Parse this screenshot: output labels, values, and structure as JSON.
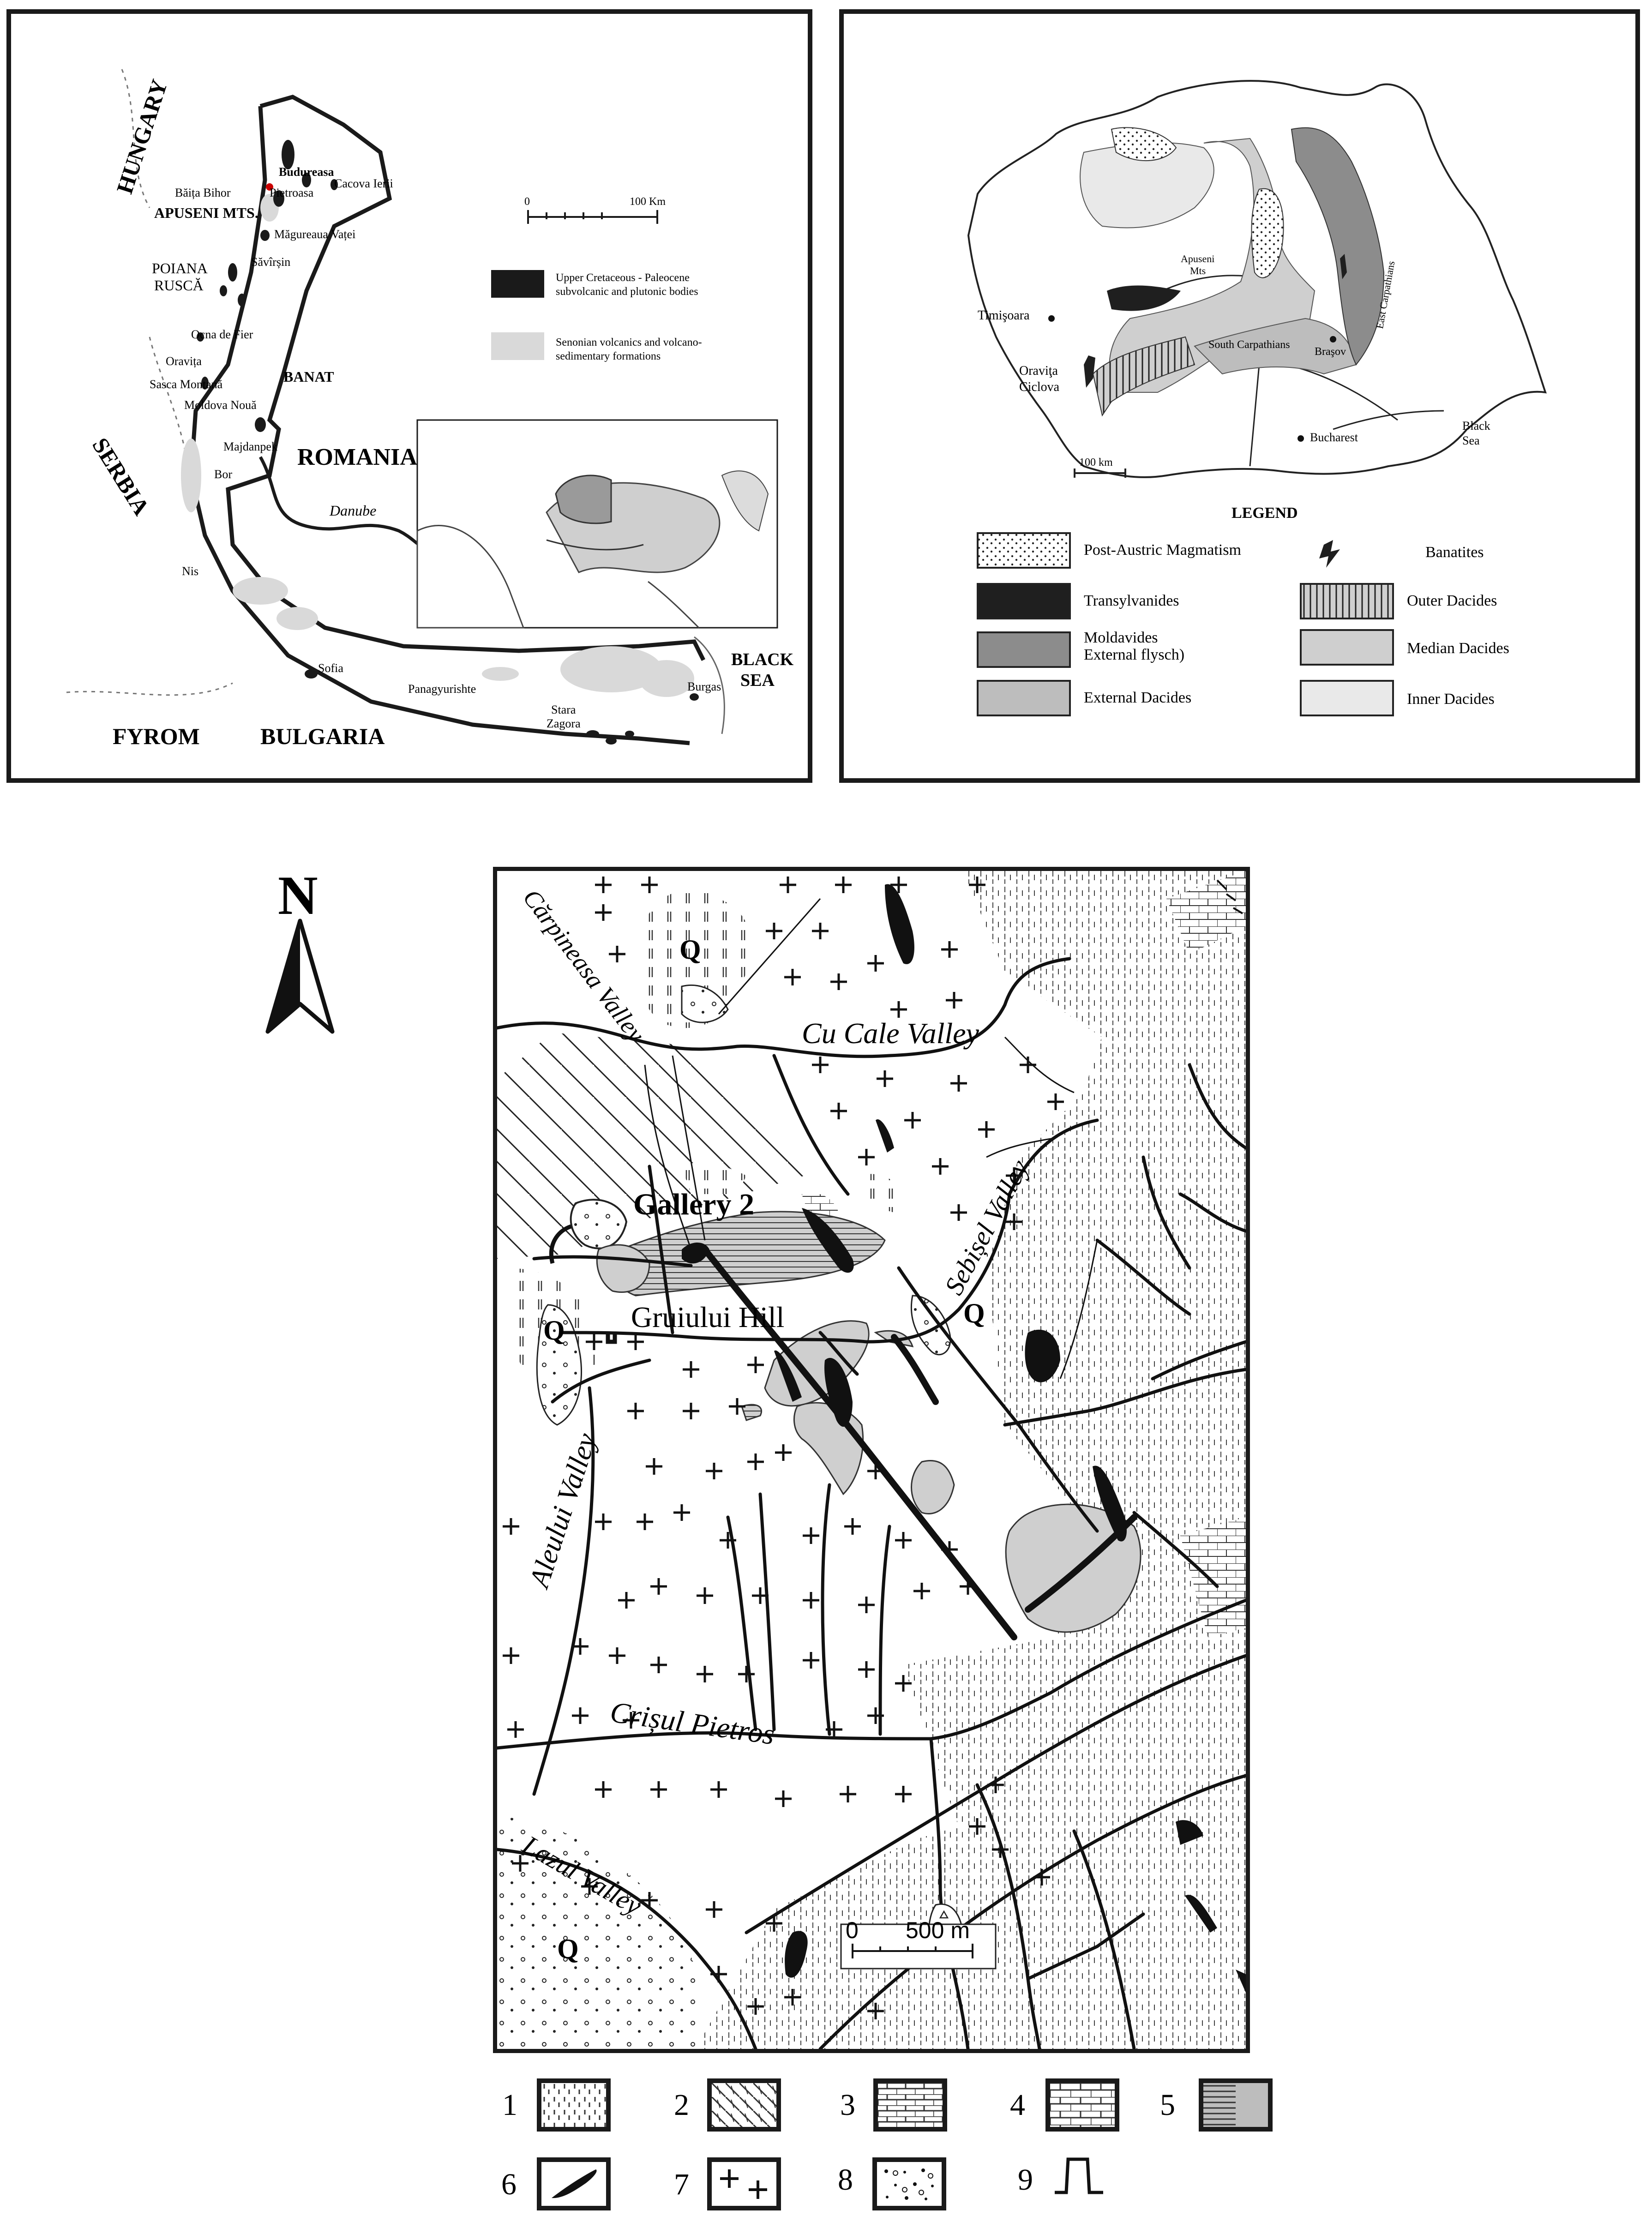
{
  "panel_a": {
    "places": [
      {
        "text": "HUNGARY",
        "style": "big"
      },
      {
        "text": "Băița Bihor"
      },
      {
        "text": "Budureasa"
      },
      {
        "text": "Pietroasa"
      },
      {
        "text": "Cacova Ierii"
      },
      {
        "text": "APUSENI MTS.",
        "style": "bold"
      },
      {
        "text": "Măgureaua Vaței"
      },
      {
        "text": "POIANA"
      },
      {
        "text": "RUSCĂ"
      },
      {
        "text": "Săvîrșin"
      },
      {
        "text": "Ocna de Fier"
      },
      {
        "text": "Oravița"
      },
      {
        "text": "Sasca Montană"
      },
      {
        "text": "BANAT",
        "style": "bold"
      },
      {
        "text": "Moldova Nouă"
      },
      {
        "text": "SERBIA",
        "style": "big"
      },
      {
        "text": "Majdanpek"
      },
      {
        "text": "ROMANIA",
        "style": "big"
      },
      {
        "text": "Bor"
      },
      {
        "text": "Danube",
        "style": "italic"
      },
      {
        "text": "Nis"
      },
      {
        "text": "Sofia"
      },
      {
        "text": "Panagyurishte"
      },
      {
        "text": "BLACK"
      },
      {
        "text": "SEA"
      },
      {
        "text": "Burgas"
      },
      {
        "text": "Stara"
      },
      {
        "text": "Zagora"
      },
      {
        "text": "FYROM",
        "style": "big"
      },
      {
        "text": "BULGARIA",
        "style": "big"
      }
    ],
    "scale": {
      "start": "0",
      "end": "100 Km"
    },
    "legend": [
      {
        "text1": "Upper Cretaceous - Paleocene",
        "text2": "subvolcanic and plutonic bodies",
        "color": "#1a1a1a"
      },
      {
        "text1": "Senonian volcanics and volcano-",
        "text2": "sedimentary formations",
        "color": "#d9d9d9"
      }
    ]
  },
  "panel_b": {
    "places": [
      {
        "text": "Apuseni"
      },
      {
        "text": "Mts"
      },
      {
        "text": "Timişoara"
      },
      {
        "text": "Braşov"
      },
      {
        "text": "East Carpathians"
      },
      {
        "text": "South Carpathians"
      },
      {
        "text": "Oraviţa"
      },
      {
        "text": "Ciclova"
      },
      {
        "text": "Bucharest"
      },
      {
        "text": "Black"
      },
      {
        "text": "Sea"
      }
    ],
    "scale": "100 km",
    "legend_title": "LEGEND",
    "legend_left": [
      {
        "label": "Post-Austric Magmatism",
        "fill": "dots"
      },
      {
        "label": "Transylvanides",
        "fill": "#1f1f1f"
      },
      {
        "label": "Moldavides",
        "label2": "External flysch)",
        "fill": "#8c8c8c"
      },
      {
        "label": "External Dacides",
        "fill": "#bdbdbd"
      }
    ],
    "legend_right": [
      {
        "label": "Banatites",
        "fill": "symbol"
      },
      {
        "label": "Outer Dacides",
        "fill": "vlines"
      },
      {
        "label": "Median Dacides",
        "fill": "#cfcfcf"
      },
      {
        "label": "Inner Dacides",
        "fill": "#e9e9e9"
      }
    ]
  },
  "panel_c": {
    "north": "N",
    "labels": [
      {
        "text": "Cărpineasa Valley"
      },
      {
        "text": "Q"
      },
      {
        "text": "Cu Cale Valley"
      },
      {
        "text": "Gallery 2"
      },
      {
        "text": "Sebișel Valley"
      },
      {
        "text": "Gruiului Hill"
      },
      {
        "text": "Q"
      },
      {
        "text": "Q"
      },
      {
        "text": "Aleului Valley"
      },
      {
        "text": "Crișul Pietros"
      },
      {
        "text": "Lazul Valley"
      },
      {
        "text": "Q"
      }
    ],
    "scale": {
      "start": "0",
      "end": "500 m"
    }
  },
  "key": [
    "1",
    "2",
    "3",
    "4",
    "5",
    "6",
    "7",
    "8",
    "9"
  ]
}
